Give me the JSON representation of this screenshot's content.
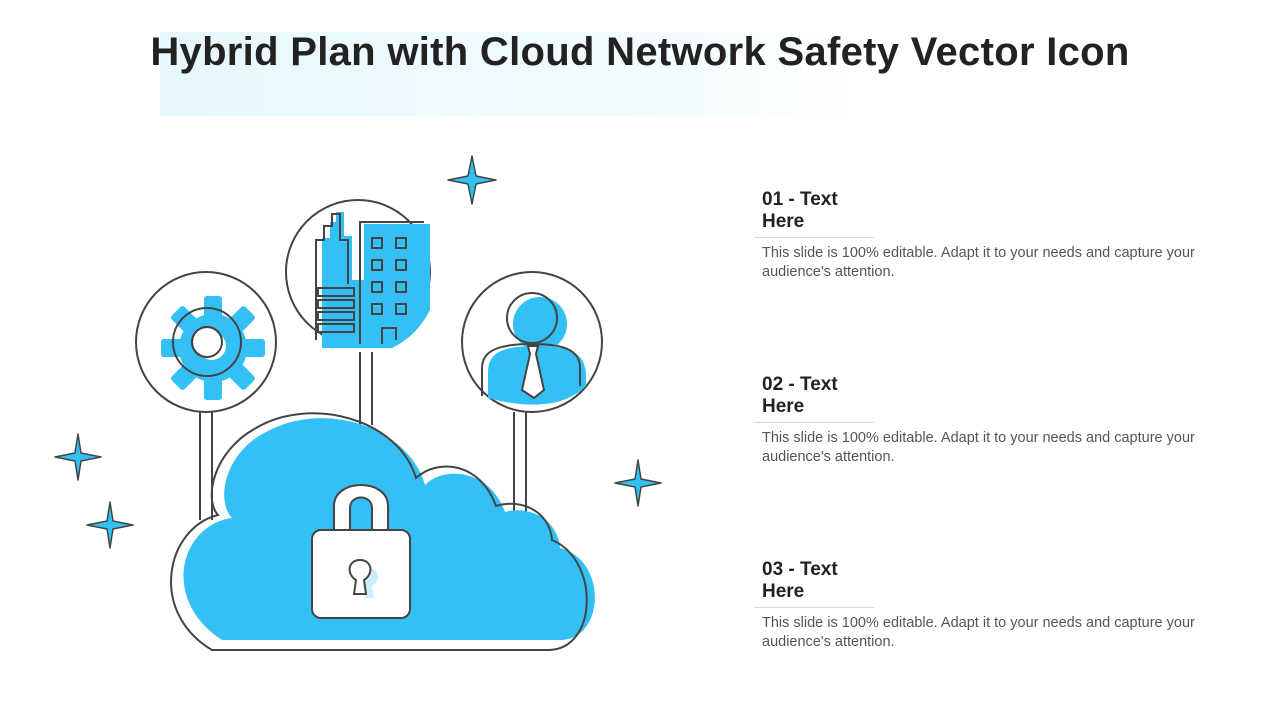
{
  "slide": {
    "title": "Hybrid Plan with Cloud Network Safety Vector Icon"
  },
  "items": [
    {
      "heading": "01 - Text Here",
      "text": "This slide is 100% editable. Adapt it to your needs and capture your audience's attention."
    },
    {
      "heading": "02 - Text Here",
      "text": "This slide is 100% editable. Adapt it to your needs and capture your audience's attention."
    },
    {
      "heading": "03 - Text Here",
      "text": "This slide is 100% editable. Adapt it to your needs and capture your audience's attention."
    }
  ],
  "colors": {
    "accent": "#33c1f5",
    "outline": "#444444",
    "title": "#222222",
    "body_text": "#555555"
  },
  "icons": [
    "gear-icon",
    "building-icon",
    "user-icon",
    "cloud-icon",
    "padlock-icon",
    "sparkle-icon"
  ]
}
